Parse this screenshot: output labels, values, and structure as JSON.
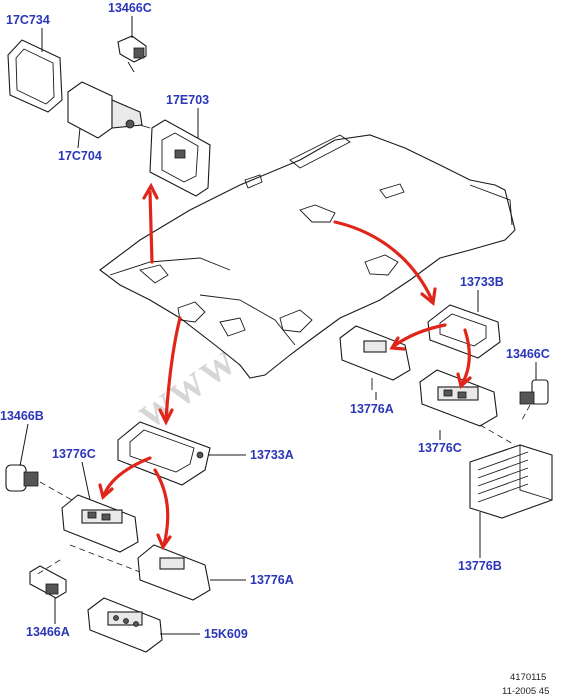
{
  "labels": {
    "p17c734": "17C734",
    "p13466c_top": "13466C",
    "p17e703": "17E703",
    "p17c704": "17C704",
    "p13733b": "13733B",
    "p13466c_right": "13466C",
    "p13776a_right": "13776A",
    "p13776c_right": "13776C",
    "p13466b": "13466B",
    "p13776c_left": "13776C",
    "p13733a": "13733A",
    "p13776a_bottom": "13776A",
    "p13466a": "13466A",
    "p15k609": "15K609",
    "p13776b": "13776B"
  },
  "reference": {
    "code": "4170115",
    "date": "11-2005 45"
  },
  "watermark": "WWW.ELCATS.RU",
  "colors": {
    "label": "#2b36b8",
    "arrow": "#e0261b",
    "line": "#1a1a1a"
  }
}
